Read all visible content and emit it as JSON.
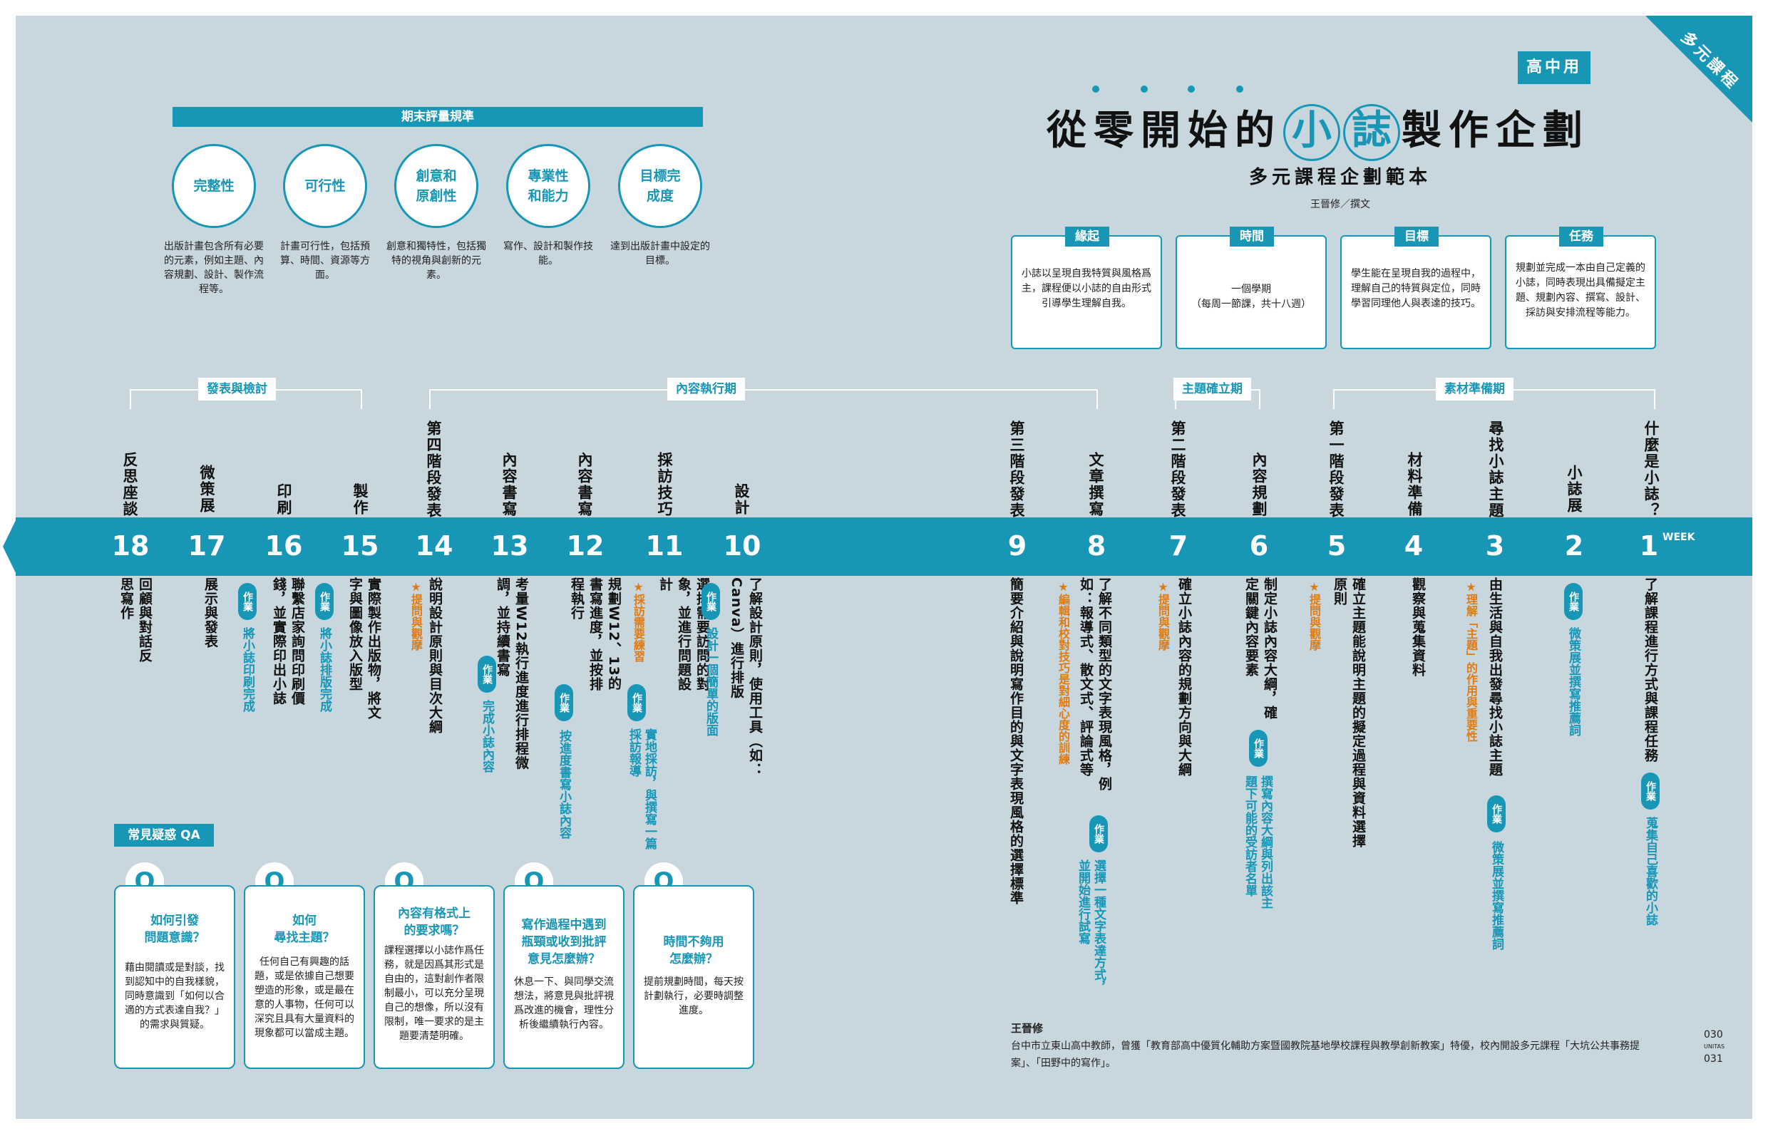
{
  "corner_tag": "多元課程",
  "criteria": {
    "title": "期末評量規準",
    "items": [
      {
        "name": "完整性",
        "desc": "出版計畫包含所有必要的元素，例如主題、內容規劃、設計、製作流程等。"
      },
      {
        "name": "可行性",
        "desc": "計畫可行性，包括預算、時間、資源等方面。"
      },
      {
        "name": "創意和\n原創性",
        "desc": "創意和獨特性，包括獨特的視角與創新的元素。"
      },
      {
        "name": "專業性\n和能力",
        "desc": "寫作、設計和製作技能。"
      },
      {
        "name": "目標完\n成度",
        "desc": "達到出版計畫中設定的目標。"
      }
    ]
  },
  "header": {
    "tag": "高中用",
    "title_pre": "從零開始的",
    "title_hl1": "小",
    "title_hl2": "誌",
    "title_post": "製作企劃",
    "subtitle": "多元課程企劃範本",
    "author": "王晉修／撰文"
  },
  "info": [
    {
      "tab": "緣起",
      "body": "小誌以呈現自我特質與風格爲主，課程便以小誌的自由形式引導學生理解自我。"
    },
    {
      "tab": "時間",
      "body": "一個學期\n（每周一節課，共十八週）"
    },
    {
      "tab": "目標",
      "body": "學生能在呈現自我的過程中，理解自己的特質與定位，同時學習同理他人與表達的技巧。"
    },
    {
      "tab": "任務",
      "body": "規劃並完成一本由自己定義的小誌，同時表現出具備擬定主題、規劃內容、撰寫、設計、採訪與安排流程等能力。"
    }
  ],
  "phases": [
    "發表與檢討",
    "內容執行期",
    "主題確立期",
    "素材準備期"
  ],
  "week_label": "WEEK",
  "weeks": [
    {
      "num": "18",
      "topic": "反思座談",
      "activity": "回顧與對話反思寫作"
    },
    {
      "num": "17",
      "topic": "微策展",
      "activity": "展示與發表"
    },
    {
      "num": "16",
      "topic": "印刷",
      "activity": "聯繫店家詢問印刷價錢，並實際印出小誌",
      "hw": "將小誌印刷完成"
    },
    {
      "num": "15",
      "topic": "製作",
      "activity": "實際製作出版物，將文字與圖像放入版型",
      "hw": "將小誌排版完成"
    },
    {
      "num": "14",
      "topic": "第四階段發表",
      "activity": "說明設計原則與目次大綱",
      "note": "★提問與觀摩"
    },
    {
      "num": "13",
      "topic": "內容書寫",
      "activity": "考量W12執行進度進行排程微調，並持續書寫",
      "hw": "完成小誌內容"
    },
    {
      "num": "12",
      "topic": "內容書寫",
      "activity": "規劃W12、13的書寫進度，並按排程執行",
      "hw": "按進度書寫小誌內容"
    },
    {
      "num": "11",
      "topic": "採訪技巧",
      "activity": "選擇需要訪問的對象，並進行問題設計",
      "note": "★採訪需要練習",
      "hw": "實地採訪，與撰寫一篇採訪報導"
    },
    {
      "num": "10",
      "topic": "設計",
      "activity": "了解設計原則，使用工具（如：Canva）進行排版",
      "hw": "設計一個簡單的版面"
    },
    {
      "num": "9",
      "topic": "第三階段發表",
      "activity": "簡要介紹與說明寫作目的與文字表現風格的選擇標準"
    },
    {
      "num": "8",
      "topic": "文章撰寫",
      "activity": "了解不同類型的文字表現風格，例如：報導式、散文式、評論式等",
      "note": "★編輯和校對技巧是對細心度的訓練",
      "hw": "選擇一種文字表達方式，並開始進行試寫"
    },
    {
      "num": "7",
      "topic": "第二階段發表",
      "activity": "確立小誌內容的規劃方向與大綱",
      "note": "★提問與觀摩"
    },
    {
      "num": "6",
      "topic": "內容規劃",
      "activity": "制定小誌內容大綱，確定關鍵內容要素",
      "hw": "撰寫內容大綱與列出該主題下可能的受訪者名單"
    },
    {
      "num": "5",
      "topic": "第一階段發表",
      "activity": "確立主題能說明主題的擬定過程與資料選擇原則",
      "note": "★提問與觀摩"
    },
    {
      "num": "4",
      "topic": "材料準備",
      "activity": "觀察與蒐集資料"
    },
    {
      "num": "3",
      "topic": "尋找小誌主題",
      "activity": "由生活與自我出發尋找小誌主題",
      "note": "★理解「主題」的作用與重要性",
      "hw": "微策展並撰寫推薦詞"
    },
    {
      "num": "2",
      "topic": "小誌展",
      "activity": "",
      "hw": "微策展並撰寫推薦詞"
    },
    {
      "num": "1",
      "topic": "什麼是小誌？",
      "activity": "了解課程進行方式與課程任務",
      "hw": "蒐集自己喜歡的小誌"
    }
  ],
  "hw_label": "作業",
  "qa": {
    "title": "常見疑惑 QA",
    "q_mark": "Q",
    "items": [
      {
        "q": "如何引發\n問題意識？",
        "a": "藉由閱讀或是對談，找到認知中的自我樣貌，同時意識到「如何以合適的方式表達自我？」的需求與質疑。"
      },
      {
        "q": "如何\n尋找主題？",
        "a": "任何自己有興趣的話題，或是依據自己想要塑造的形象，或是最在意的人事物，任何可以深究且具有大量資料的現象都可以當成主題。"
      },
      {
        "q": "內容有格式上\n的要求嗎？",
        "a": "課程選擇以小誌作爲任務，就是因爲其形式是自由的，這對創作者限制最小，可以充分呈現自己的想像，所以沒有限制，唯一要求的是主題要清楚明確。"
      },
      {
        "q": "寫作過程中遇到\n瓶頸或收到批評\n意見怎麼辦？",
        "a": "休息一下、與同學交流想法，將意見與批評視爲改進的機會，理性分析後繼續執行內容。"
      },
      {
        "q": "時間不夠用\n怎麼辦？",
        "a": "提前規劃時間，每天按計劃執行，必要時調整進度。"
      }
    ]
  },
  "footer": {
    "name": "王晉修",
    "bio": "台中市立東山高中教師，曾獲「教育部高中優質化輔助方案暨國教院基地學校課程與教學創新教案」特優，校內開設多元課程「大坑公共事務提案」、「田野中的寫作」。"
  },
  "page_numbers": {
    "right": "030",
    "left": "031",
    "brand": "UNITAS"
  }
}
